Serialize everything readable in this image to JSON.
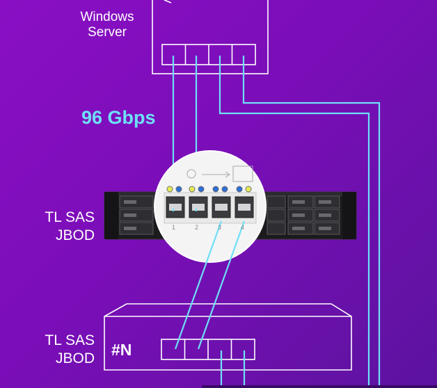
{
  "server": {
    "label_line1": "Windows",
    "label_line2": "Server"
  },
  "link": {
    "speed": "96 Gbps"
  },
  "jbod_primary": {
    "label_line1": "TL SAS",
    "label_line2": "JBOD"
  },
  "jbod_secondary": {
    "label_line1": "TL SAS",
    "label_line2": "JBOD",
    "badge": "#N"
  },
  "ports": [
    "1",
    "2",
    "3",
    "4"
  ],
  "colors": {
    "background_start": "#8a0fc4",
    "background_end": "#5c139f",
    "cable": "#6ee0f7",
    "outline": "#ffffff",
    "speed_text": "#6ee0f7"
  }
}
